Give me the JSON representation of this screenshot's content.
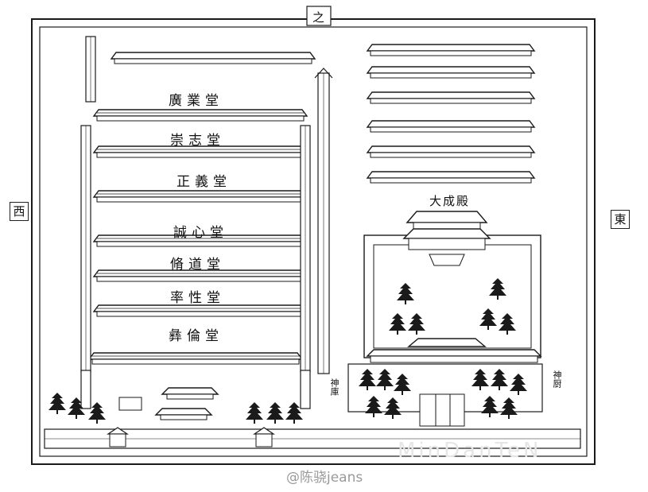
{
  "map": {
    "top_char": "之",
    "west": "西",
    "east": "東",
    "main_hall": "大成殿",
    "halls": [
      "廣業堂",
      "崇志堂",
      "正義堂",
      "誠心堂",
      "脩道堂",
      "率性堂",
      "彝倫堂"
    ],
    "spirit_kitchen": "神厨",
    "spirit_storehouse": "神庫"
  },
  "watermark": {
    "prefix": "@",
    "handle": "陈骁jeans",
    "faint_text": "MinDanTeN"
  },
  "colors": {
    "ink": "#1a1a1a",
    "paper": "#ffffff",
    "watermark": "#b8b8b8"
  }
}
